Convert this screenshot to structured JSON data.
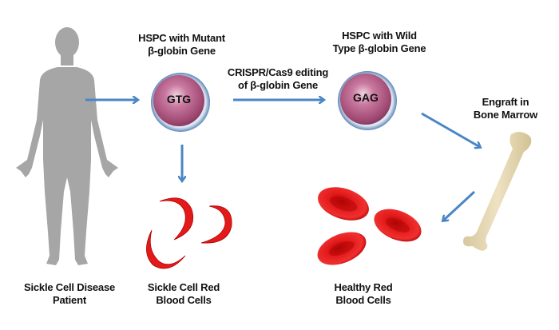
{
  "diagram": {
    "title": "CRISPR/Cas9 gene editing therapy for sickle cell disease",
    "nodes": {
      "patient": {
        "label_line1": "Sickle Cell Disease",
        "label_line2": "Patient",
        "icon": "human-silhouette"
      },
      "mutant_hspc": {
        "label_line1": "HSPC with Mutant",
        "label_line2": "β-globin Gene",
        "codon": "GTG",
        "icon": "stem-cell"
      },
      "sickle_rbc": {
        "label_line1": "Sickle Cell Red",
        "label_line2": "Blood Cells",
        "icon": "sickle-cells"
      },
      "edit_step": {
        "label_line1": "CRISPR/Cas9 editing",
        "label_line2": "of β-globin Gene"
      },
      "wildtype_hspc": {
        "label_line1": "HSPC with Wild",
        "label_line2": "Type β-globin Gene",
        "codon": "GAG",
        "icon": "stem-cell"
      },
      "engraft": {
        "label_line1": "Engraft in",
        "label_line2": "Bone Marrow",
        "icon": "bone"
      },
      "healthy_rbc": {
        "label_line1": "Healthy Red",
        "label_line2": "Blood Cells",
        "icon": "red-blood-cells"
      }
    },
    "edges": [
      {
        "from": "patient",
        "to": "mutant_hspc"
      },
      {
        "from": "mutant_hspc",
        "to": "sickle_rbc"
      },
      {
        "from": "mutant_hspc",
        "to": "wildtype_hspc",
        "label": "CRISPR/Cas9 editing of β-globin Gene"
      },
      {
        "from": "wildtype_hspc",
        "to": "engraft"
      },
      {
        "from": "engraft",
        "to": "healthy_rbc"
      }
    ],
    "colors": {
      "arrow": "#4a86c5",
      "silhouette": "#a6a6a6",
      "cell": "#b85a85",
      "rbc": "#e01010",
      "bone": "#e3d6b3"
    }
  }
}
